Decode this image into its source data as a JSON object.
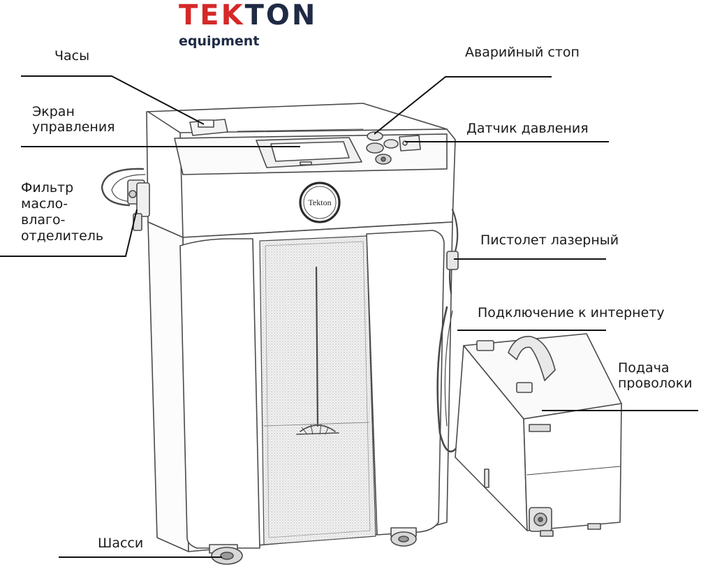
{
  "brand": {
    "name_red": "TEK",
    "name_dark": "TON",
    "tagline": "equipment",
    "colors": {
      "red": "#d62828",
      "dark": "#1f2a44"
    }
  },
  "machine": {
    "badge": "Tekton"
  },
  "callouts": {
    "clock": [
      "Часы"
    ],
    "screen": [
      "Экран",
      "управления"
    ],
    "filter": [
      "Фильтр",
      "масло-",
      "влаго-",
      "отделитель"
    ],
    "chassis": [
      "Шасси"
    ],
    "estop": [
      "Аварийный стоп"
    ],
    "pressure": [
      "Датчик давления"
    ],
    "gun": [
      "Пистолет лазерный"
    ],
    "internet": [
      "Подключение к интернету"
    ],
    "wire": [
      "Подача",
      "проволоки"
    ]
  }
}
